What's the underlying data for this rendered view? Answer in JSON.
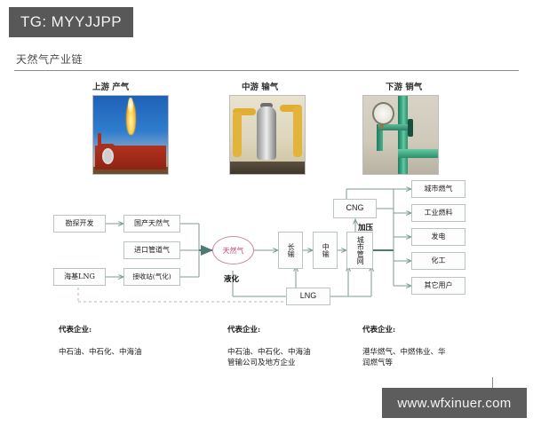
{
  "badge": {
    "label": "TG: MYYJJPP"
  },
  "document": {
    "title": "天然气产业链"
  },
  "stages": [
    {
      "label": "上游  产气",
      "photo_alt": "gas-well-flare-photo"
    },
    {
      "label": "中游  输气",
      "photo_alt": "gas-transmission-station-photo"
    },
    {
      "label": "下游  销气",
      "photo_alt": "city-gas-pipe-meter-photo"
    }
  ],
  "flow": {
    "upstream": [
      {
        "id": "exploration",
        "label": "勘探开发"
      },
      {
        "id": "domestic-gas",
        "label": "国产天然气"
      },
      {
        "id": "imported-pipeline-gas",
        "label": "进口管道气"
      },
      {
        "id": "offshore-lng",
        "label": "海基LNG"
      },
      {
        "id": "receiving-terminal",
        "label": "接收站(气化)"
      }
    ],
    "hub": {
      "id": "natural-gas",
      "label": "天然气"
    },
    "midstream": [
      {
        "id": "long-distance",
        "label": "长输"
      },
      {
        "id": "medium-distance",
        "label": "中输"
      },
      {
        "id": "city-pipe-network",
        "label": "城市管网"
      }
    ],
    "cng": {
      "id": "cng",
      "label": "CNG"
    },
    "lng": {
      "id": "lng",
      "label": "LNG"
    },
    "edge_labels": [
      {
        "id": "liquefaction",
        "label": "液化"
      },
      {
        "id": "pressurization",
        "label": "加压"
      }
    ],
    "downstream": [
      {
        "id": "city-gas",
        "label": "城市燃气"
      },
      {
        "id": "industrial-fuel",
        "label": "工业燃料"
      },
      {
        "id": "power-generation",
        "label": "发电"
      },
      {
        "id": "chemical-industry",
        "label": "化工"
      },
      {
        "id": "other-users",
        "label": "其它用户"
      }
    ]
  },
  "captions": [
    {
      "heading": "代表企业:",
      "body": "中石油、中石化、中海油"
    },
    {
      "heading": "代表企业:",
      "body": "中石油、中石化、中海油\n管输公司及地方企业"
    },
    {
      "heading": "代表企业:",
      "body": "港华燃气、中燃伟业、华\n润燃气等"
    }
  ],
  "watermark": {
    "label": "www.wfxinuer.com"
  },
  "colors": {
    "badge_bg": "#585858",
    "node_border": "#b9c6c0",
    "hub_border": "#c98ca0",
    "hub_text": "#c2486b",
    "arrow": "#7f9b92",
    "rule": "#8c8c8c"
  }
}
